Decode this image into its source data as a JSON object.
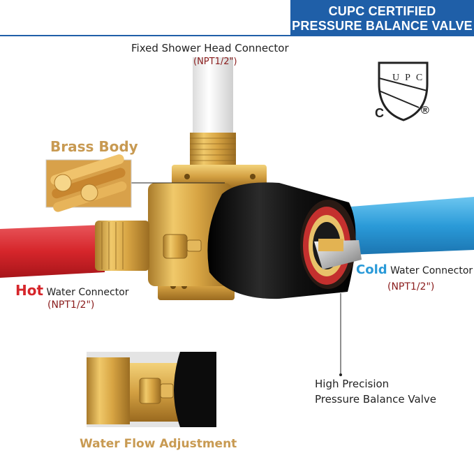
{
  "banner": {
    "line1": "CUPC CERTIFIED",
    "line2": "PRESSURE BALANCE VALVE"
  },
  "certification": {
    "seal_letters": "UPC",
    "c_mark": "C",
    "registered_mark": "®"
  },
  "labels": {
    "shower_head": "Fixed Shower Head Connector",
    "shower_head_npt": "(NPT1/2\")",
    "brass_body": "Brass Body",
    "hot_word": "Hot",
    "hot_rest": "Water Connector",
    "hot_npt": "(NPT1/2\")",
    "cold_word": "Cold",
    "cold_rest": "Water Connector",
    "cold_npt": "(NPT1/2\")",
    "precision_line1": "High Precision",
    "precision_line2": "Pressure Balance Valve",
    "flow_adjustment": "Water Flow Adjustment"
  },
  "colors": {
    "banner": "#1f5fa8",
    "hot": "#d6262b",
    "cold": "#2a9ad8",
    "brass": "#c89a52",
    "npt": "#8a1c1c"
  }
}
